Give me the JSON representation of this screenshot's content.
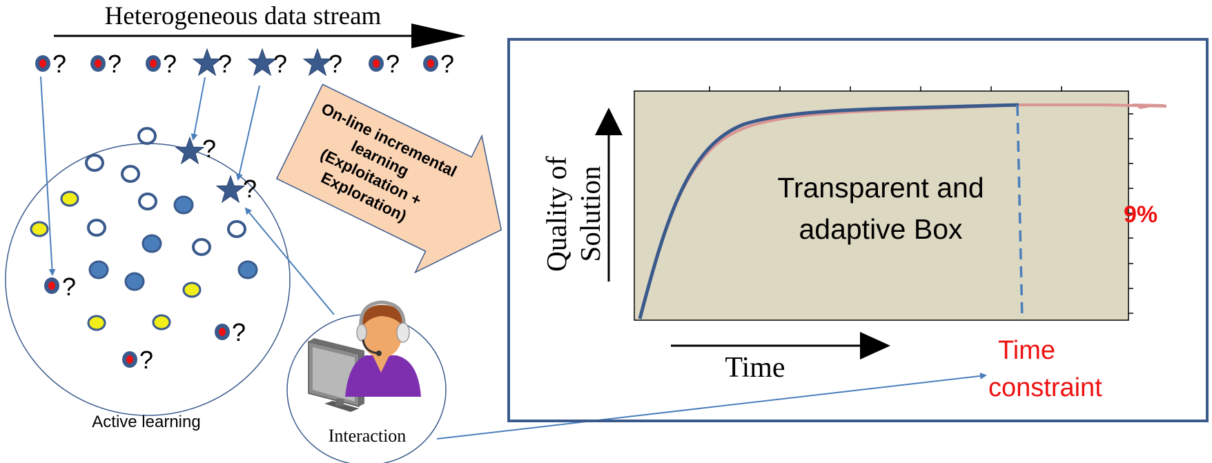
{
  "stream": {
    "title": "Heterogeneous data stream",
    "query_mark": "?",
    "items": [
      {
        "shape": "red-dot"
      },
      {
        "shape": "red-dot"
      },
      {
        "shape": "red-dot"
      },
      {
        "shape": "star"
      },
      {
        "shape": "star"
      },
      {
        "shape": "star"
      },
      {
        "shape": "red-dot"
      },
      {
        "shape": "red-dot"
      }
    ]
  },
  "active_learning": {
    "label": "Active learning",
    "query_mark": "?"
  },
  "incremental": {
    "lines": [
      "On-line incremental",
      "learning",
      "(Exploitation +",
      "Exploration)"
    ]
  },
  "interaction": {
    "label": "Interaction",
    "icon": "operator-at-computer-icon"
  },
  "panel": {
    "y_label_line1": "Quality of",
    "y_label_line2": "Solution",
    "x_label": "Time",
    "box_line1": "Transparent and",
    "box_line2": "adaptive Box",
    "cut_text": "9%",
    "constraint_line1": "Time",
    "constraint_line2": "constraint"
  },
  "colors": {
    "dark_blue": "#3a5a8c",
    "line_blue": "#4a7ebb",
    "red": "#ee1111",
    "yellow": "#f2ee1a",
    "plot_bg": "#ddd8c2",
    "callout_fill": "#fbd4b4",
    "curve_pink": "#d99594"
  }
}
